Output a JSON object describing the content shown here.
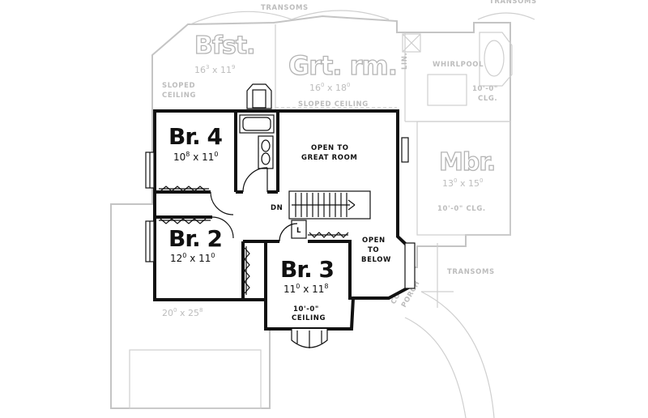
{
  "upper_rooms": [
    {
      "id": "br4",
      "name": "Br. 4",
      "w": "10",
      "w_in": "8",
      "d": "11",
      "d_in": "0"
    },
    {
      "id": "br2",
      "name": "Br. 2",
      "w": "12",
      "w_in": "0",
      "d": "11",
      "d_in": "0"
    },
    {
      "id": "br3",
      "name": "Br. 3",
      "w": "11",
      "w_in": "0",
      "d": "11",
      "d_in": "8"
    }
  ],
  "lower_rooms": [
    {
      "id": "bfst",
      "name": "Bfst.",
      "w": "16",
      "w_in": "3",
      "d": "11",
      "d_in": "9"
    },
    {
      "id": "grt",
      "name": "Grt. rm.",
      "w": "16",
      "w_in": "0",
      "d": "18",
      "d_in": "0"
    },
    {
      "id": "mbr",
      "name": "Mbr.",
      "w": "13",
      "w_in": "0",
      "d": "15",
      "d_in": "0"
    },
    {
      "id": "garage",
      "name": "",
      "w": "20",
      "w_in": "0",
      "d": "25",
      "d_in": "8"
    }
  ],
  "notes": {
    "open_to_great_room": [
      "OPEN TO",
      "GREAT ROOM"
    ],
    "open_to_below": [
      "OPEN",
      "TO",
      "BELOW"
    ],
    "ceiling": [
      "10'-0\"",
      "CEILING"
    ],
    "dn": "DN",
    "linen": "L",
    "sloped_ceiling_a": [
      "SLOPED",
      "CEILING"
    ],
    "sloped_ceiling_b": "SLOPED CEILING",
    "transoms": "TRANSOMS",
    "whirlpool": "WHIRLPOOL",
    "lin": "LIN.",
    "clg_a": [
      "10'-0\"",
      "CLG."
    ],
    "clg_b": "10'-0\" CLG.",
    "covered_porch": [
      "COVERED",
      "PORCH"
    ]
  }
}
